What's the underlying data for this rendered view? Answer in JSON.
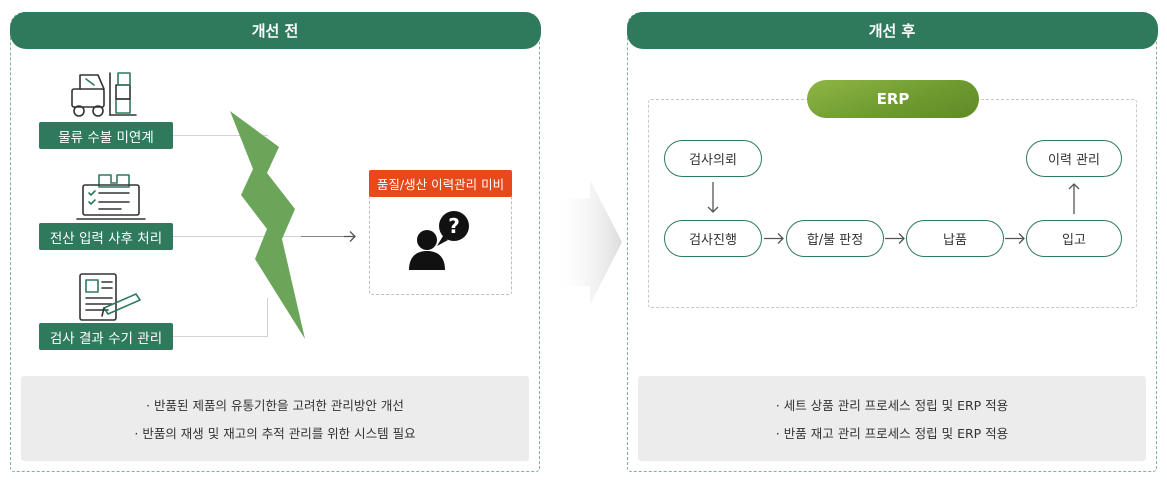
{
  "before": {
    "header": "개선 전",
    "items": [
      {
        "label": "물류 수불 미연계",
        "icon": "forklift-icon"
      },
      {
        "label": "전산 입력 사후 처리",
        "icon": "laptop-checklist-icon"
      },
      {
        "label": "검사 결과 수기 관리",
        "icon": "document-pen-icon"
      }
    ],
    "result_title": "품질/생산 이력관리 미비",
    "result_icon": "person-question-icon",
    "notes": [
      "· 반품된 제품의 유통기한을 고려한 관리방안 개선",
      "· 반품의 재생 및 재고의 추적 관리를 위한 시스템 필요"
    ]
  },
  "after": {
    "header": "개선 후",
    "erp_label": "ERP",
    "nodes": {
      "request": "검사의뢰",
      "progress": "검사진행",
      "judge": "합/불 판정",
      "deliver": "납품",
      "receive": "입고",
      "history": "이력 관리"
    },
    "notes": [
      "· 세트 상품 관리 프로세스 정립 및 ERP 적용",
      "· 반품 재고 관리 프로세스 정립 및 ERP 적용"
    ]
  },
  "colors": {
    "primary_green": "#2f7a5c",
    "lightning_green": "#6aa55a",
    "alert_orange": "#e8491c",
    "erp_green": "#7aa83a"
  }
}
